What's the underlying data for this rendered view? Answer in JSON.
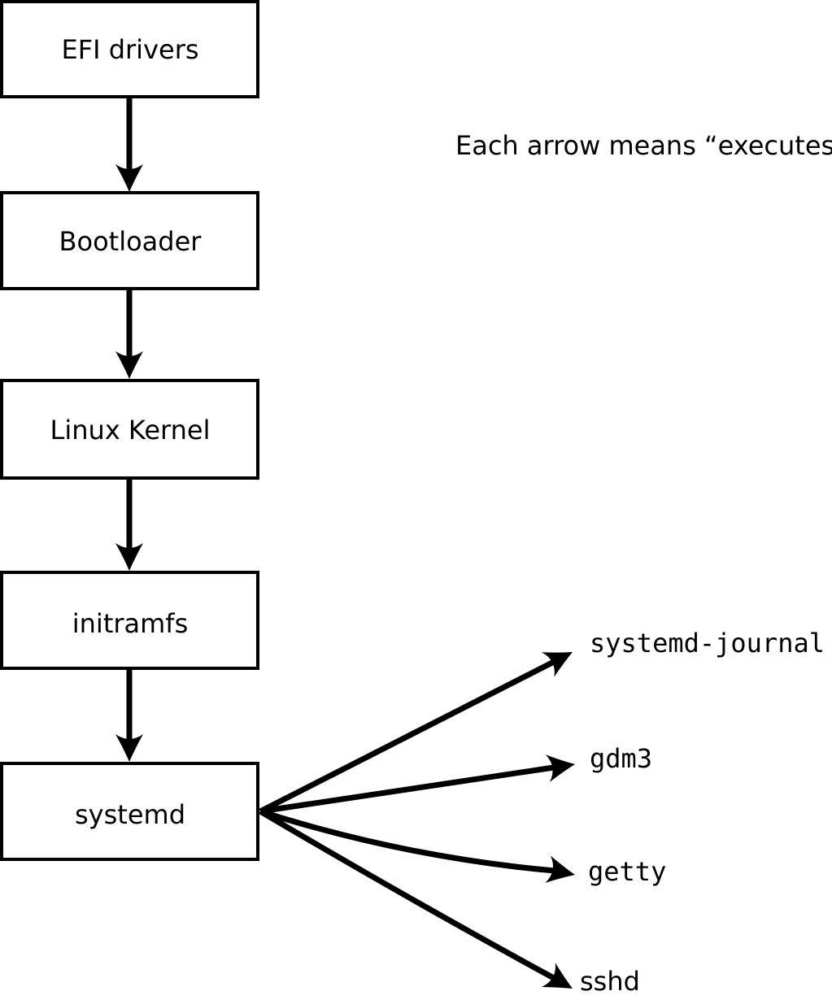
{
  "annotation": "Each arrow means “executes”.",
  "colors": {
    "line": "#000000",
    "box_fill": "#ffffff",
    "background": "#ffffff",
    "text": "#000000"
  },
  "boot_chain": [
    {
      "label": "EFI drivers"
    },
    {
      "label": "Bootloader"
    },
    {
      "label": "Linux Kernel"
    },
    {
      "label": "initramfs"
    },
    {
      "label": "systemd"
    }
  ],
  "spawned": [
    {
      "label": "systemd-journal"
    },
    {
      "label": "gdm3"
    },
    {
      "label": "getty"
    },
    {
      "label": "sshd"
    }
  ],
  "edges": [
    {
      "from": "EFI drivers",
      "to": "Bootloader",
      "relation": "executes"
    },
    {
      "from": "Bootloader",
      "to": "Linux Kernel",
      "relation": "executes"
    },
    {
      "from": "Linux Kernel",
      "to": "initramfs",
      "relation": "executes"
    },
    {
      "from": "initramfs",
      "to": "systemd",
      "relation": "executes"
    },
    {
      "from": "systemd",
      "to": "systemd-journal",
      "relation": "executes"
    },
    {
      "from": "systemd",
      "to": "gdm3",
      "relation": "executes"
    },
    {
      "from": "systemd",
      "to": "getty",
      "relation": "executes"
    },
    {
      "from": "systemd",
      "to": "sshd",
      "relation": "executes"
    }
  ]
}
